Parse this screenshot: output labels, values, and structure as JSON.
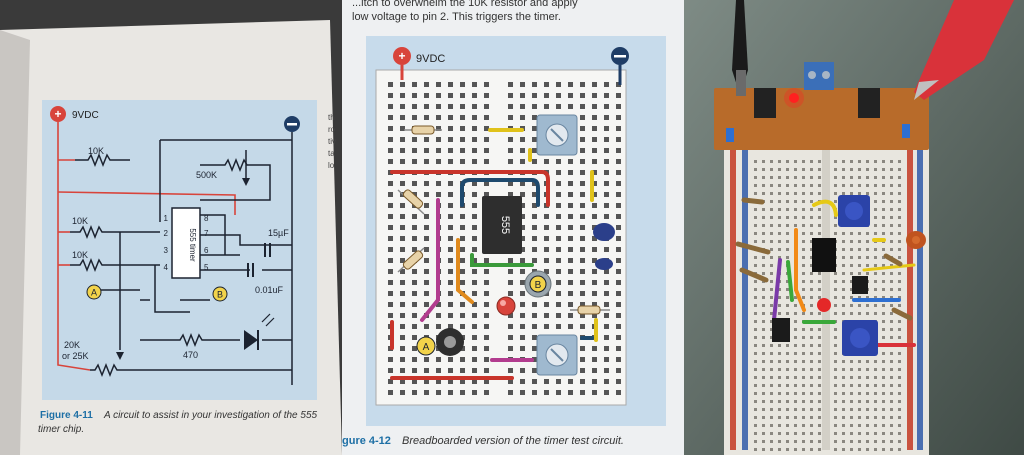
{
  "schematic": {
    "supply_label": "9VDC",
    "r1": "10K",
    "r2": "10K",
    "r3": "10K",
    "pot_top": "500K",
    "pot_bottom_a": "20K",
    "pot_bottom_b": "or 25K",
    "ic_label": "555 timer",
    "pins": [
      "1",
      "2",
      "3",
      "4",
      "8",
      "7",
      "6",
      "5"
    ],
    "cap1": "15µF",
    "cap2": "0.01uF",
    "r_led": "470",
    "button_a": "A",
    "button_b": "B",
    "caption_num": "Figure 4-11",
    "caption_line1": "A circuit to assist in your investigation of the 555",
    "caption_line2": "timer chip.",
    "side_text": [
      "th",
      "ro",
      "tiv",
      "ta",
      "lo"
    ]
  },
  "breadboard": {
    "top_text_1": "...itch to overwhelm the 10K resistor and apply",
    "top_text_2": "low voltage to pin 2. This triggers the timer.",
    "supply_label": "9VDC",
    "ic_label": "555",
    "button_a": "A",
    "button_b": "B",
    "caption_num": "gure 4-12",
    "caption_text": "Breadboarded version of the timer test circuit."
  },
  "photo": {
    "colors": {
      "board": "#e8e6df",
      "pcb": "#b86b2a",
      "pot": "#2b43a8"
    }
  }
}
